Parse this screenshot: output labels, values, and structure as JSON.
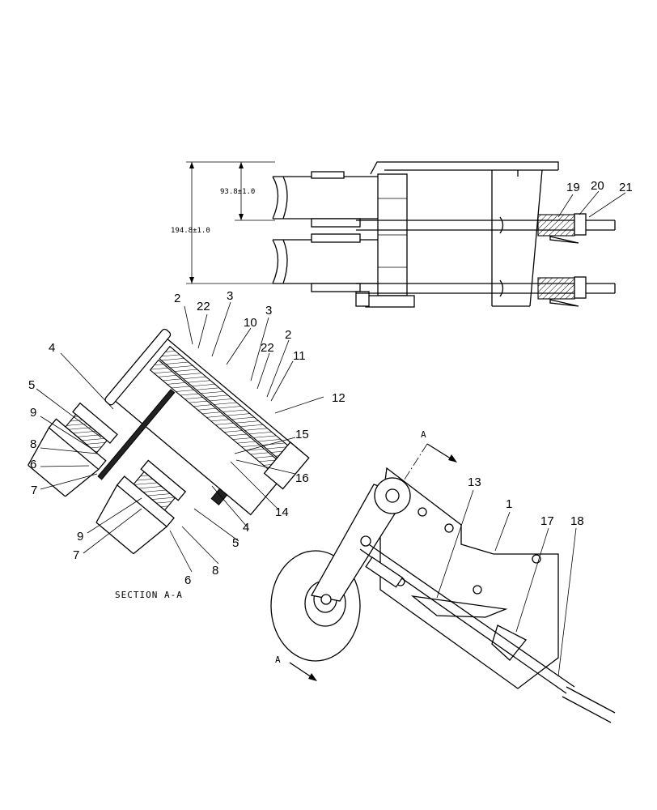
{
  "top_view": {
    "dimension_inner": "93.8±1.0",
    "dimension_outer": "194.8±1.0",
    "callouts": [
      "19",
      "20",
      "21"
    ]
  },
  "section_view": {
    "caption": "SECTION A-A",
    "callouts": [
      "2",
      "22",
      "3",
      "3",
      "10",
      "22",
      "2",
      "11",
      "4",
      "12",
      "5",
      "9",
      "8",
      "6",
      "7",
      "15",
      "16",
      "14",
      "9",
      "7",
      "4",
      "5",
      "8",
      "6"
    ]
  },
  "side_view": {
    "callouts": [
      "13",
      "1",
      "17",
      "18"
    ],
    "section_marker_top": "A",
    "section_marker_bottom": "A"
  }
}
